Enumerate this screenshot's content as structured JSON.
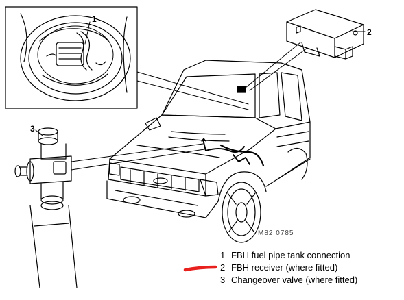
{
  "callouts": {
    "c1": "1",
    "c2": "2",
    "c3": "3"
  },
  "figure_code": "M82 0785",
  "legend": [
    {
      "num": "1",
      "text": "FBH fuel pipe tank connection"
    },
    {
      "num": "2",
      "text": "FBH receiver (where fitted)"
    },
    {
      "num": "3",
      "text": "Changeover valve (where fitted)"
    }
  ],
  "colors": {
    "line": "#000000",
    "highlight_mark": "#e8201e"
  }
}
